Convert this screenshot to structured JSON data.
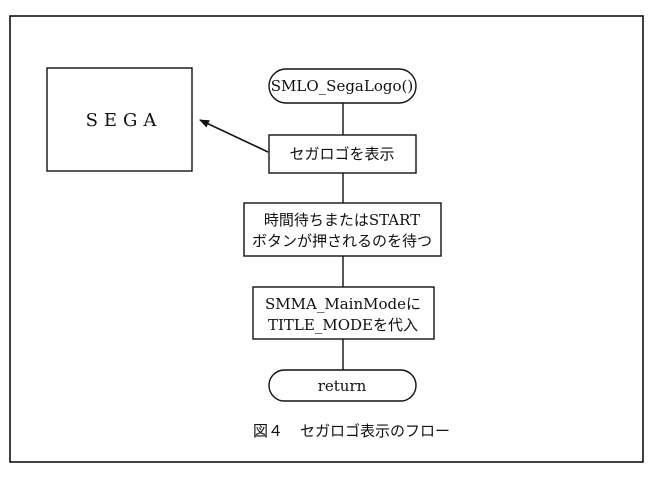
{
  "flow": {
    "start_label": "SMLO_SegaLogo()",
    "step1_label": "セガロゴを表示",
    "step2_line1": "時間待ちまたはSTART",
    "step2_line2": "ボタンが押されるのを待つ",
    "step3_line1": "SMMA_MainModeに",
    "step3_line2": "TITLE_MODEを代入",
    "end_label": "return"
  },
  "screen": {
    "logo_text": "SEGA"
  },
  "caption": {
    "figure_number": "図４",
    "title": "セガロゴ表示のフロー"
  }
}
